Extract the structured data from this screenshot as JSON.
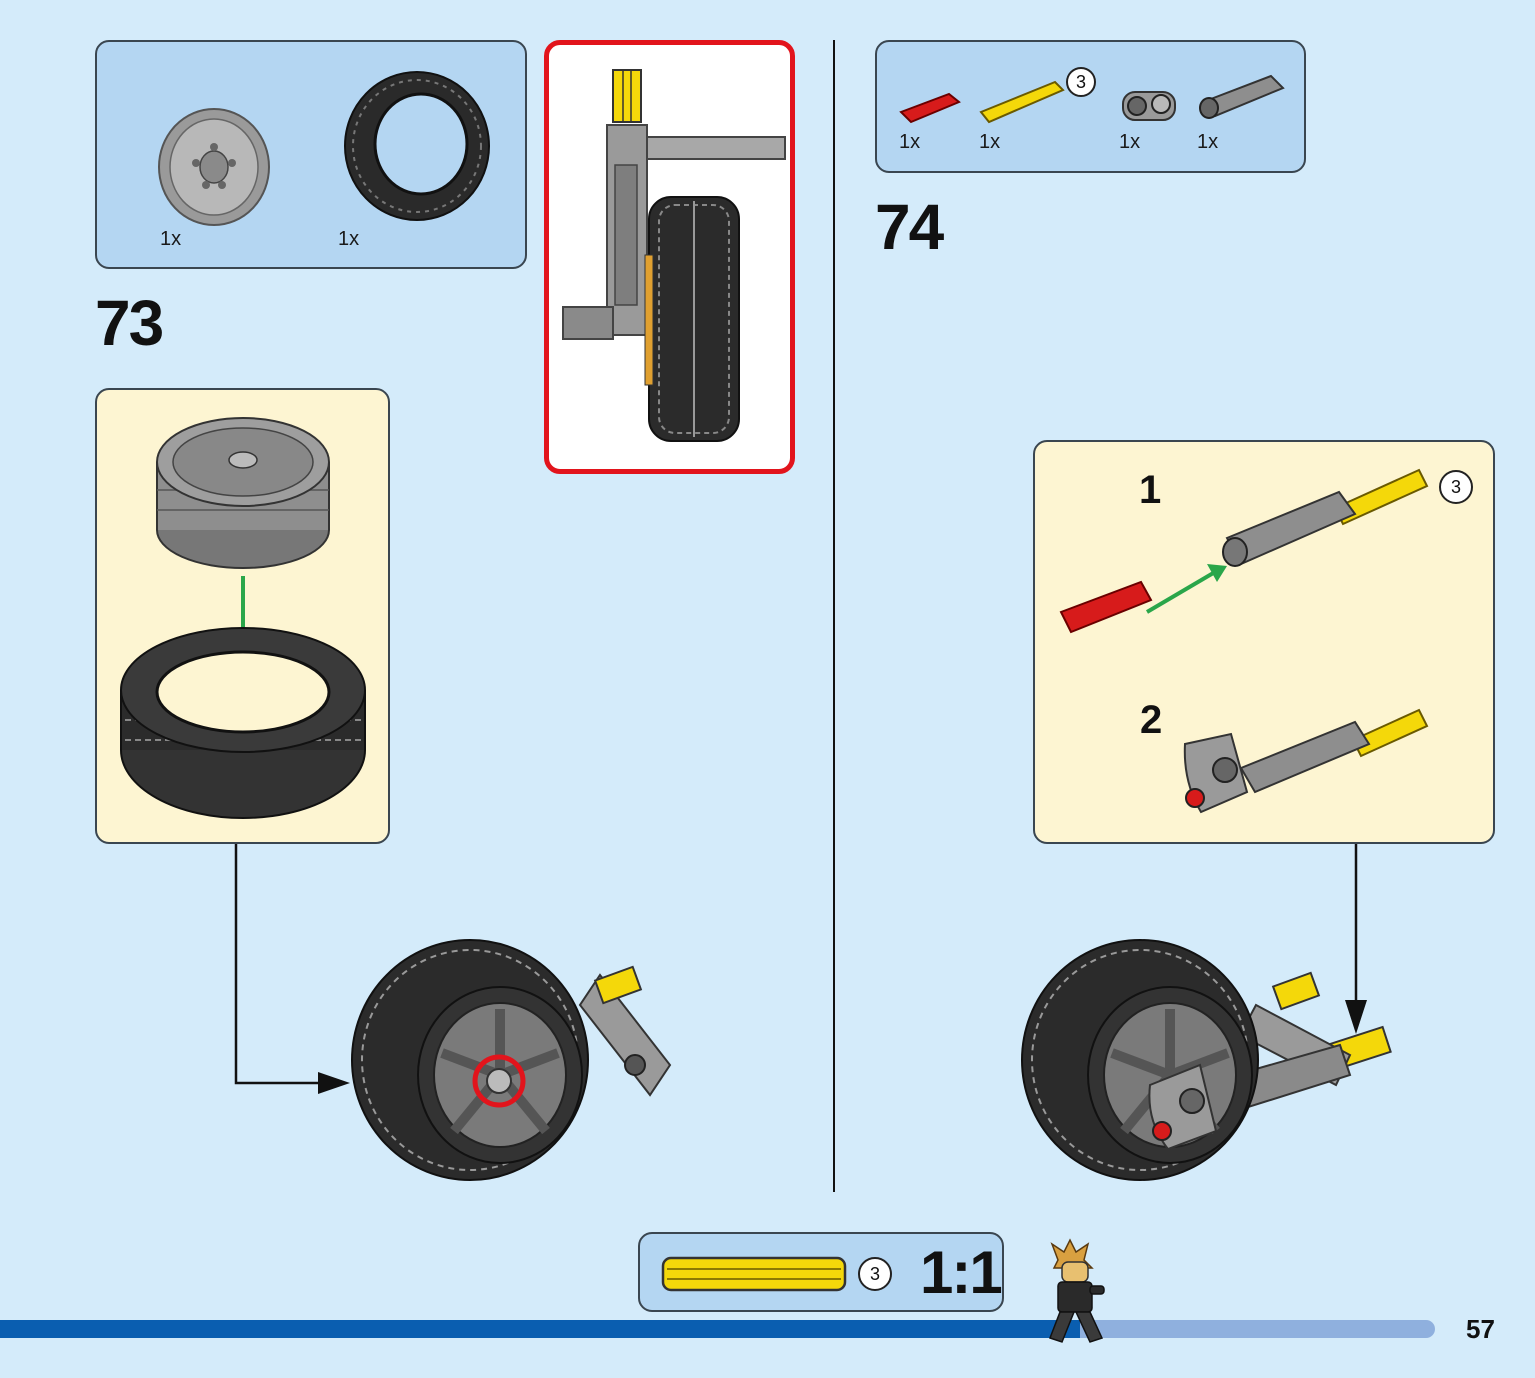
{
  "page": {
    "number": "57"
  },
  "step73": {
    "number": "73",
    "parts": [
      {
        "name": "rim",
        "qty": "1x"
      },
      {
        "name": "tire",
        "qty": "1x"
      }
    ]
  },
  "step74": {
    "number": "74",
    "parts": [
      {
        "name": "red-axle-connector",
        "qty": "1x"
      },
      {
        "name": "yellow-axle",
        "qty": "1x",
        "length": "3"
      },
      {
        "name": "gray-axle-pin-connector",
        "qty": "1x"
      },
      {
        "name": "gray-pin-connector",
        "qty": "1x"
      }
    ],
    "substeps": [
      {
        "number": "1",
        "length": "3"
      },
      {
        "number": "2"
      }
    ]
  },
  "ruler": {
    "length": "3",
    "scale": "1:1"
  },
  "colors": {
    "background": "#d4ebfa",
    "parts_box": "#b4d6f2",
    "sub_box": "#fdf5d2",
    "callout_border": "#e2141c",
    "arrow_green": "#2aa64a",
    "bar_dark": "#0a5eb0",
    "bar_light": "#8fb0de"
  }
}
